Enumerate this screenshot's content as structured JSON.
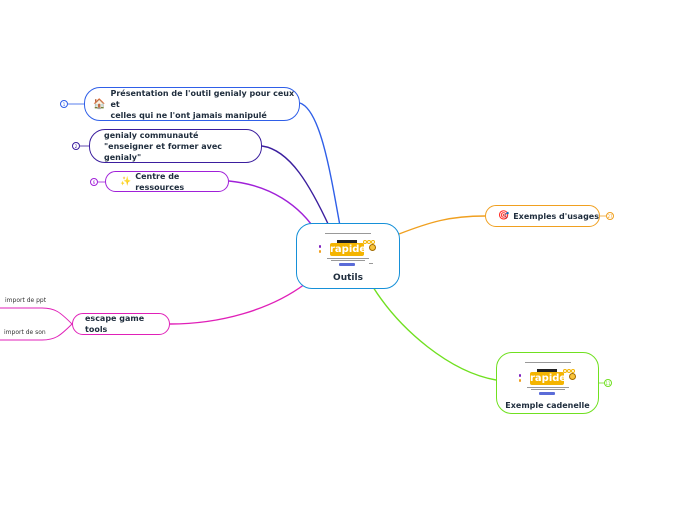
{
  "center": {
    "label": "Outils"
  },
  "nodes": {
    "presentation": {
      "label": "Présentation de l'outil genialy pour ceux et\ncelles qui ne l'ont jamais manipulé",
      "icon": "house-icon",
      "emoji": "🏠",
      "badge": "1",
      "color": "#2f5fe8"
    },
    "communaute": {
      "label": "genialy communauté\n\"enseigner et former avec genialy\"",
      "badge": "2",
      "color": "#3b1e9e"
    },
    "ressources": {
      "label": "Centre de ressources",
      "icon": "sparkles-icon",
      "emoji": "✨",
      "badge": "6",
      "color": "#a020d8"
    },
    "escape": {
      "label": "escape game tools",
      "color": "#e020b8"
    },
    "exemples": {
      "label": "Exemples d'usages",
      "icon": "target-icon",
      "emoji": "🎯",
      "badge": "27",
      "color": "#f0a020"
    },
    "cadenelle": {
      "label": "Exemple cadenelle",
      "badge": "11",
      "color": "#70e020"
    }
  },
  "leaves": {
    "import_ppt": "import de ppt",
    "import_son": "import de son"
  },
  "thumbnail": {
    "word": "rapide"
  }
}
